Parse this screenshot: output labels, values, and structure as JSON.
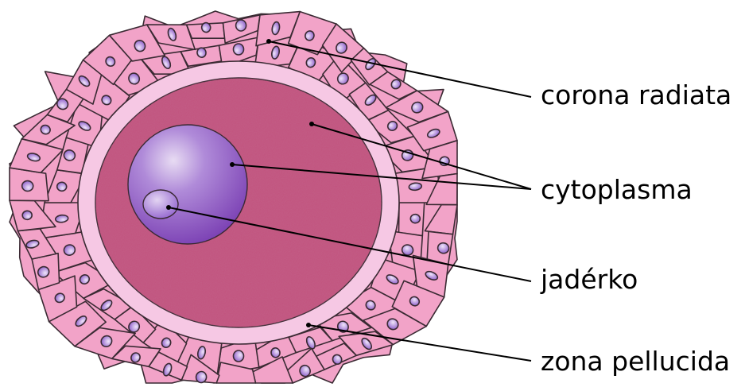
{
  "labels": {
    "corona_radiata": "corona radiata",
    "cytoplasma": "cytoplasma",
    "jaderko": "jadérko",
    "zona_pellucida": "zona pellucida"
  },
  "colors": {
    "corona_cell_fill": "#f2a3c8",
    "corona_cell_stroke": "#3a2a33",
    "corona_nucleus": "#9a6fd1",
    "zona_pellucida": "#f6c8e4",
    "cytoplasm": "#c2527d",
    "nucleus": "#8a52c4",
    "nucleolus": "#a781dc",
    "leader_line": "#000000"
  }
}
